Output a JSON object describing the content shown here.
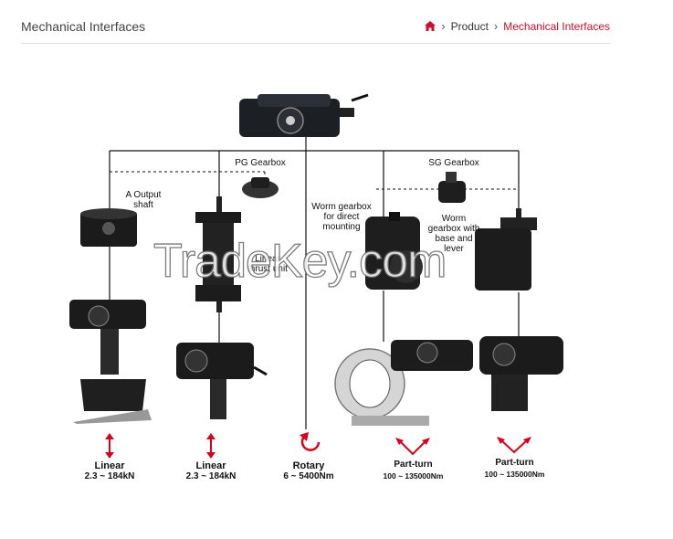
{
  "header": {
    "title": "Mechanical Interfaces",
    "breadcrumb": {
      "home_icon": "home-icon",
      "items": [
        "Product",
        "Mechanical Interfaces"
      ]
    }
  },
  "diagram": {
    "labels": {
      "pg_gearbox": "PG Gearbox",
      "sg_gearbox": "SG Gearbox",
      "a_output_line1": "A Output",
      "a_output_line2": "shaft",
      "linear_thrust_line1": "Linear",
      "linear_thrust_line2": "thrust unit",
      "worm_direct_line1": "Worm gearbox",
      "worm_direct_line2": "for direct",
      "worm_direct_line3": "mounting",
      "worm_base_line1": "Worm",
      "worm_base_line2": "gearbox with",
      "worm_base_line3": "base and",
      "worm_base_line4": "lever"
    },
    "captions": [
      {
        "name": "Linear",
        "range": "2.3 ~ 184kN",
        "icon": "linear-arrow-icon"
      },
      {
        "name": "Linear",
        "range": "2.3 ~ 184kN",
        "icon": "linear-arrow-icon"
      },
      {
        "name": "Rotary",
        "range": "6 ~ 5400Nm",
        "icon": "rotary-arrow-icon"
      },
      {
        "name": "Part-turn",
        "range": "100 ~ 135000Nm",
        "icon": "part-turn-arrow-icon"
      },
      {
        "name": "Part-turn",
        "range": "100 ~ 135000Nm",
        "icon": "part-turn-arrow-icon"
      }
    ],
    "watermark": "TradeKey.com",
    "accent": "#d8001c"
  }
}
